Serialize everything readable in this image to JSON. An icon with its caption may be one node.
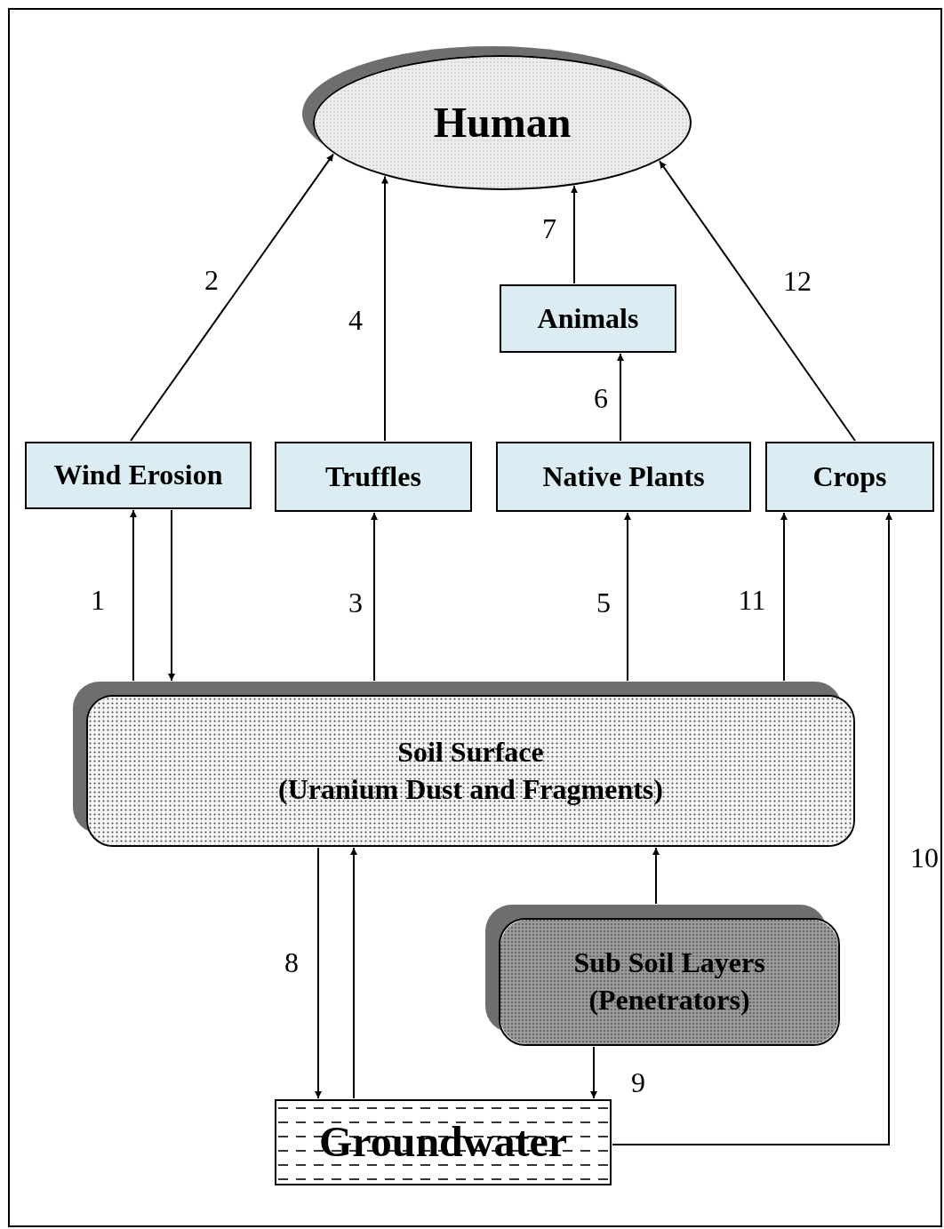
{
  "diagram": {
    "nodes": [
      {
        "text": [
          "Human"
        ]
      },
      {
        "text": [
          "Animals"
        ]
      },
      {
        "text": [
          "Wind Erosion"
        ]
      },
      {
        "text": [
          "Truffles"
        ]
      },
      {
        "text": [
          "Native Plants"
        ]
      },
      {
        "text": [
          "Crops"
        ]
      },
      {
        "text": [
          "Soil Surface",
          "(Uranium Dust and Fragments)"
        ]
      },
      {
        "text": [
          "Sub Soil Layers",
          "(Penetrators)"
        ]
      },
      {
        "text": [
          "Groundwater"
        ]
      }
    ],
    "edges": [
      {
        "from": 6,
        "to": 2,
        "arrow": "to",
        "label": "1"
      },
      {
        "from": 2,
        "to": 6,
        "arrow": "to"
      },
      {
        "from": 2,
        "to": 0,
        "arrow": "to",
        "label": "2"
      },
      {
        "from": 6,
        "to": 3,
        "arrow": "to",
        "label": "3"
      },
      {
        "from": 3,
        "to": 0,
        "arrow": "to",
        "label": "4"
      },
      {
        "from": 6,
        "to": 4,
        "arrow": "to",
        "label": "5"
      },
      {
        "from": 4,
        "to": 1,
        "arrow": "to",
        "label": "6"
      },
      {
        "from": 1,
        "to": 0,
        "arrow": "to",
        "label": "7"
      },
      {
        "from": 5,
        "to": 0,
        "arrow": "to",
        "label": "12"
      },
      {
        "from": 6,
        "to": 5,
        "arrow": "to",
        "label": "11"
      },
      {
        "from": 6,
        "to": 8,
        "arrow": "to",
        "label": "8"
      },
      {
        "from": 8,
        "to": 6,
        "arrow": "to"
      },
      {
        "from": 7,
        "to": 6,
        "arrow": "to"
      },
      {
        "from": 7,
        "to": 8,
        "arrow": "to",
        "label": "9"
      },
      {
        "from": 8,
        "to": 5,
        "arrow": "to",
        "label": "10"
      }
    ]
  }
}
